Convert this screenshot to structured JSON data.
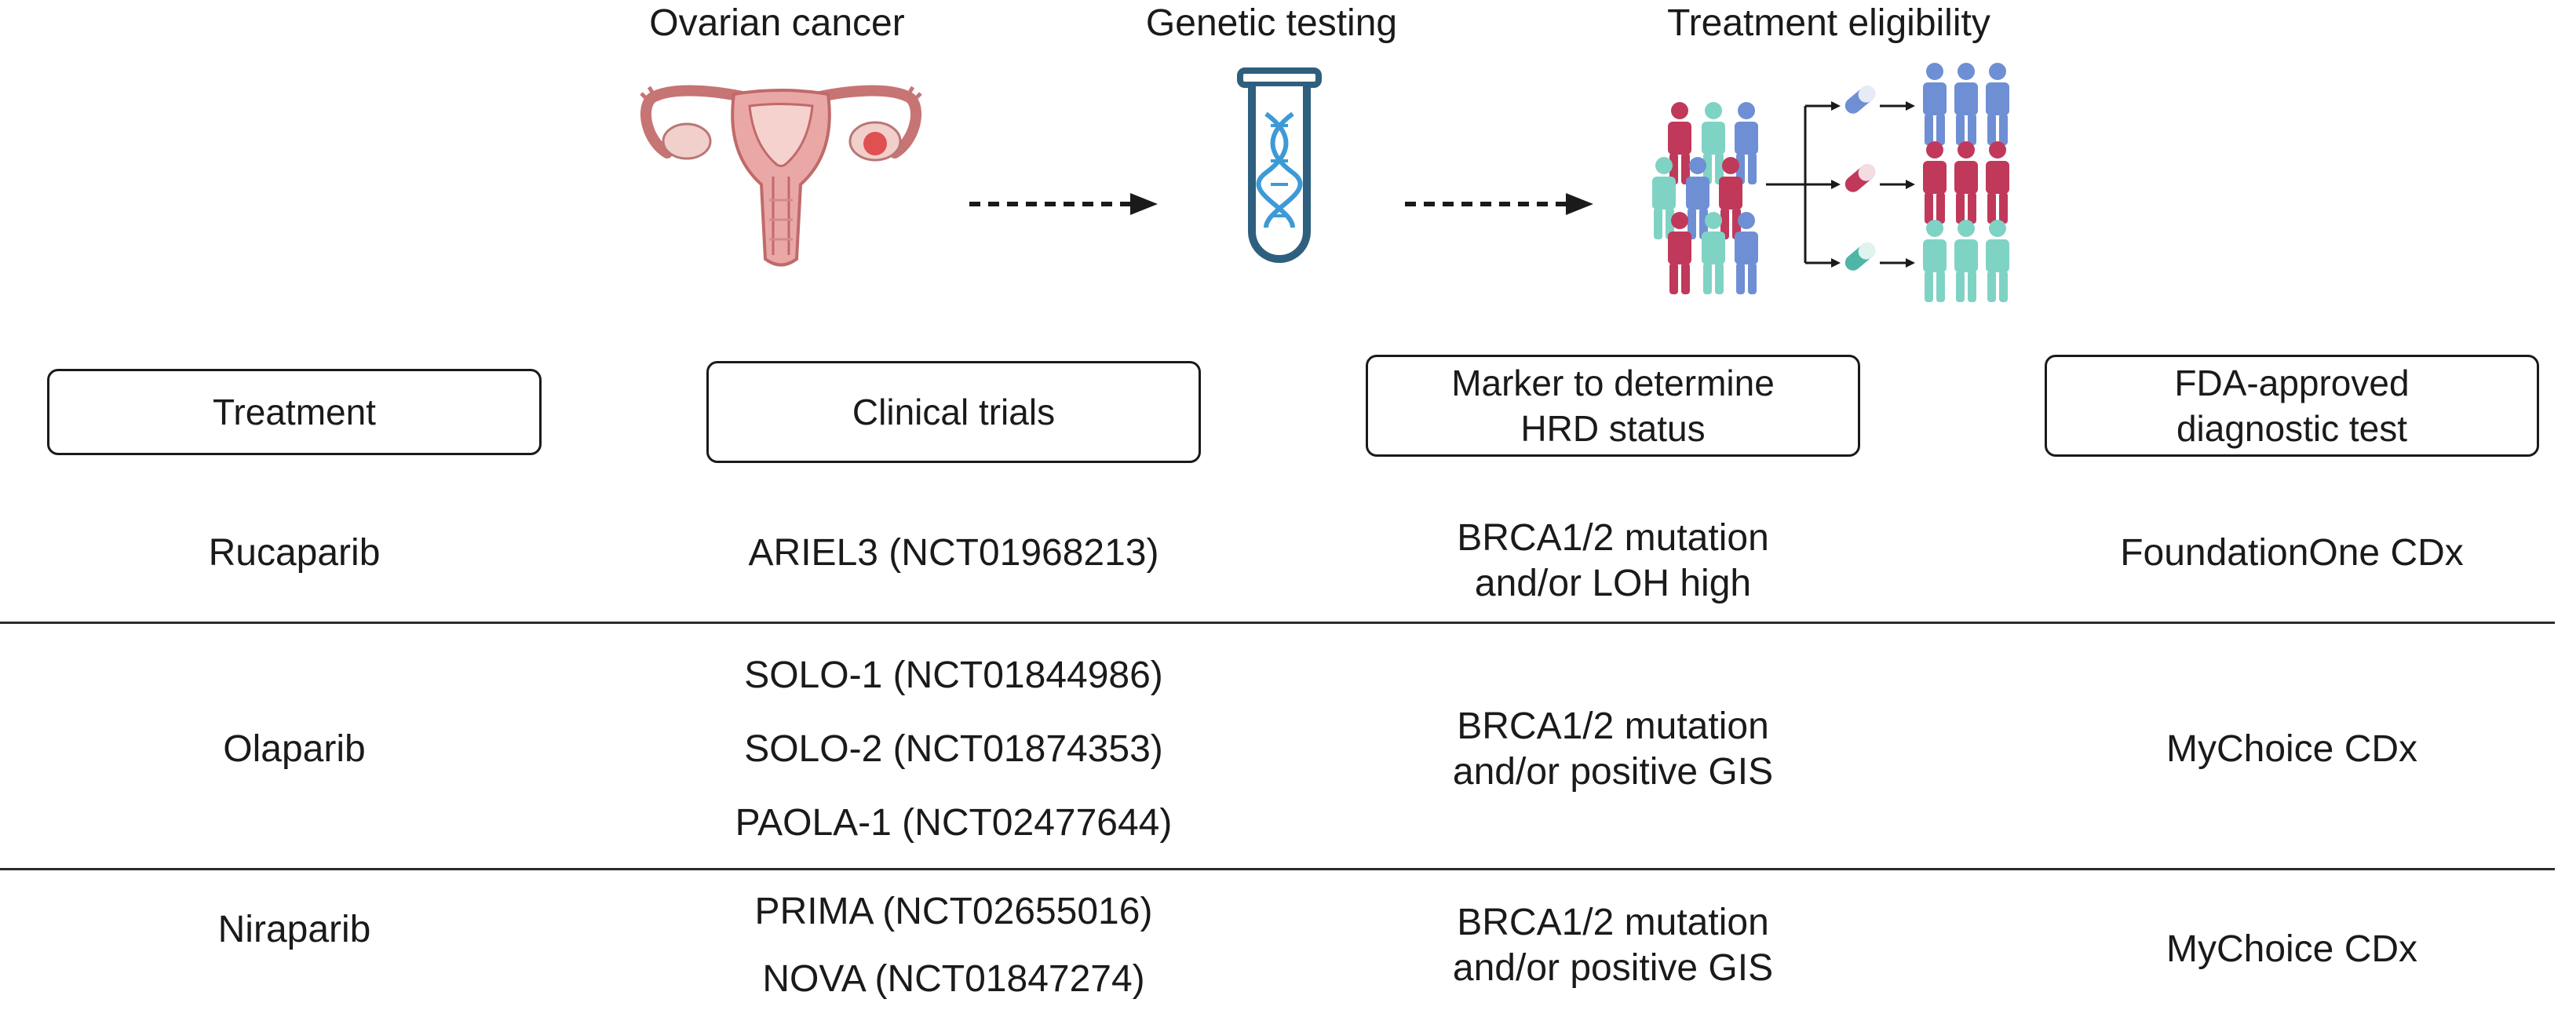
{
  "header": {
    "steps": [
      {
        "label": "Ovarian cancer",
        "icon": "uterus-ovary-tumor-icon"
      },
      {
        "label": "Genetic testing",
        "icon": "dna-test-tube-icon"
      },
      {
        "label": "Treatment eligibility",
        "icon": "patient-stratification-icon"
      }
    ]
  },
  "table": {
    "columns": [
      {
        "lines": [
          "Treatment"
        ]
      },
      {
        "lines": [
          "Clinical trials"
        ]
      },
      {
        "lines": [
          "Marker to determine",
          "HRD status"
        ]
      },
      {
        "lines": [
          "FDA-approved",
          "diagnostic test"
        ]
      }
    ],
    "rows": [
      {
        "treatment": "Rucaparib",
        "trials": [
          "ARIEL3 (NCT01968213)"
        ],
        "marker": [
          "BRCA1/2 mutation",
          "and/or LOH high"
        ],
        "test": "FoundationOne CDx"
      },
      {
        "treatment": "Olaparib",
        "trials": [
          "SOLO-1 (NCT01844986)",
          "SOLO-2 (NCT01874353)",
          "PAOLA-1 (NCT02477644)"
        ],
        "marker": [
          "BRCA1/2 mutation",
          "and/or positive GIS"
        ],
        "test": "MyChoice CDx"
      },
      {
        "treatment": "Niraparib",
        "trials": [
          "PRIMA (NCT02655016)",
          "NOVA (NCT01847274)"
        ],
        "marker": [
          "BRCA1/2 mutation",
          "and/or positive GIS"
        ],
        "test": "MyChoice CDx"
      }
    ]
  },
  "colors": {
    "text": "#1a1a1a",
    "uterus": "#e09a9a",
    "tube": "#2f5f7f",
    "dna": "#3d9ad6",
    "blue_group": "#6f8fd4",
    "red_group": "#c0395a",
    "teal_group": "#7fd3c4"
  }
}
